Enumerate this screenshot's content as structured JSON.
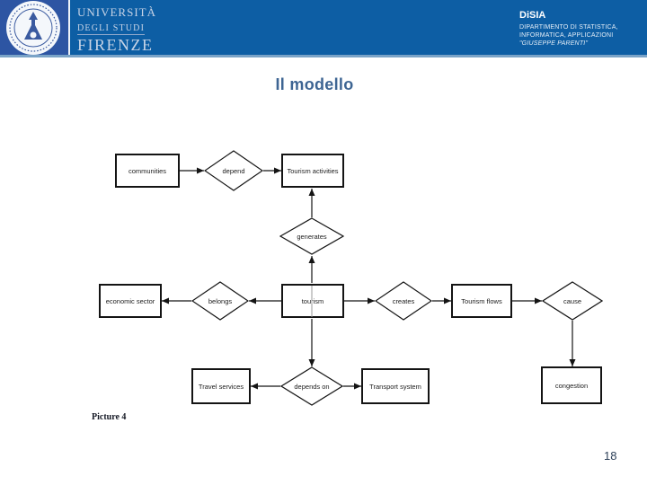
{
  "header": {
    "university": {
      "line1": "UNIVERSITÀ",
      "line2": "DEGLI STUDI",
      "line3": "FIRENZE"
    },
    "department": {
      "acronym": "DiSIA",
      "line1": "DIPARTIMENTO DI STATISTICA,",
      "line2": "INFORMATICA, APPLICAZIONI",
      "line3": "\"GIUSEPPE PARENTI\""
    },
    "colors": {
      "band": "#0d5ea4",
      "logo_panel": "#2d55a3",
      "underline": "#7aa3c7"
    }
  },
  "slide": {
    "title": "Il modello",
    "title_color": "#3e6593",
    "caption": "Picture 4",
    "page_number": "18"
  },
  "diagram": {
    "nodes": {
      "communities": {
        "type": "entity",
        "label": "communities"
      },
      "depend": {
        "type": "relation",
        "label": "depend"
      },
      "tourism_activities": {
        "type": "entity",
        "label": "Tourism activities"
      },
      "generates": {
        "type": "relation",
        "label": "generates"
      },
      "economic_sector": {
        "type": "entity",
        "label": "economic sector"
      },
      "belongs": {
        "type": "relation",
        "label": "belongs"
      },
      "tourism": {
        "type": "entity",
        "label": "tourism"
      },
      "creates": {
        "type": "relation",
        "label": "creates"
      },
      "tourism_flows": {
        "type": "entity",
        "label": "Tourism flows"
      },
      "cause": {
        "type": "relation",
        "label": "cause"
      },
      "travel_services": {
        "type": "entity",
        "label": "Travel services"
      },
      "depends_on": {
        "type": "relation",
        "label": "depends on"
      },
      "transport_system": {
        "type": "entity",
        "label": "Transport system"
      },
      "congestion": {
        "type": "entity",
        "label": "congestion"
      }
    },
    "edges": [
      {
        "from": "communities",
        "to": "depend"
      },
      {
        "from": "depend",
        "to": "tourism_activities"
      },
      {
        "from": "generates",
        "to": "tourism_activities"
      },
      {
        "from": "tourism",
        "to": "generates"
      },
      {
        "from": "tourism",
        "to": "belongs"
      },
      {
        "from": "belongs",
        "to": "economic_sector"
      },
      {
        "from": "tourism",
        "to": "creates"
      },
      {
        "from": "creates",
        "to": "tourism_flows"
      },
      {
        "from": "tourism_flows",
        "to": "cause"
      },
      {
        "from": "cause",
        "to": "congestion"
      },
      {
        "from": "tourism",
        "to": "depends_on"
      },
      {
        "from": "depends_on",
        "to": "travel_services"
      },
      {
        "from": "depends_on",
        "to": "transport_system"
      }
    ]
  }
}
